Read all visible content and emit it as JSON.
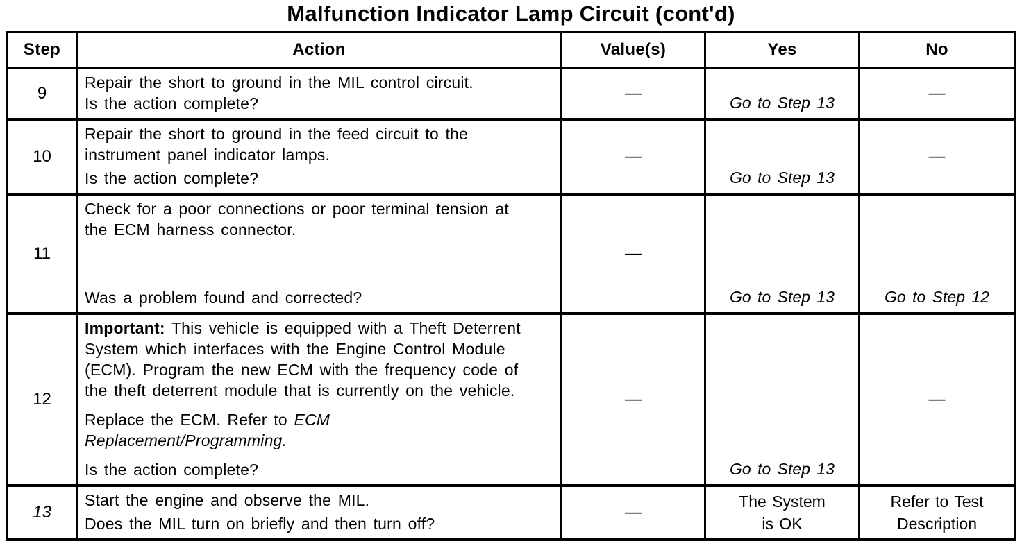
{
  "title": "Malfunction Indicator Lamp Circuit (cont'd)",
  "table": {
    "headers": {
      "step": "Step",
      "action": "Action",
      "values": "Value(s)",
      "yes": "Yes",
      "no": "No"
    },
    "rows": [
      {
        "step": "9",
        "action": {
          "lines": [
            "Repair the short to ground in the MIL control circuit."
          ],
          "question": "Is the action complete?"
        },
        "value": "—",
        "yes": "Go to Step 13",
        "no": "—"
      },
      {
        "step": "10",
        "action": {
          "lines": [
            "Repair the short to ground in the feed circuit to the",
            "instrument panel indicator lamps."
          ],
          "question": "Is the action complete?"
        },
        "value": "—",
        "yes": "Go to Step 13",
        "no": "—"
      },
      {
        "step": "11",
        "action": {
          "lines": [
            "Check for a poor connections or poor terminal tension at",
            "the ECM harness connector."
          ],
          "question": "Was a problem found and corrected?"
        },
        "value": "—",
        "yes": "Go to Step 13",
        "no": "Go to Step 12"
      },
      {
        "step": "12",
        "action": {
          "important_label": "Important:",
          "important_line1": " This vehicle is equipped with a Theft Deterrent",
          "important_lines": [
            "System which interfaces with the Engine Control Module",
            "(ECM). Program the new ECM with the frequency code of",
            "the theft deterrent module that is currently on the vehicle."
          ],
          "replace_prefix": "Replace the ECM. Refer to ",
          "replace_italic_line1": "ECM",
          "replace_italic_line2": "Replacement/Programming.",
          "question": "Is the action complete?"
        },
        "value": "—",
        "yes": "Go to Step 13",
        "no": "—"
      },
      {
        "step": "13",
        "action": {
          "lines": [
            "Start the engine and observe the MIL."
          ],
          "question": "Does the MIL turn on briefly and then turn off?"
        },
        "value": "—",
        "yes_line1": "The System",
        "yes_line2": "is OK",
        "no_line1": "Refer to Test",
        "no_line2": "Description"
      }
    ]
  }
}
